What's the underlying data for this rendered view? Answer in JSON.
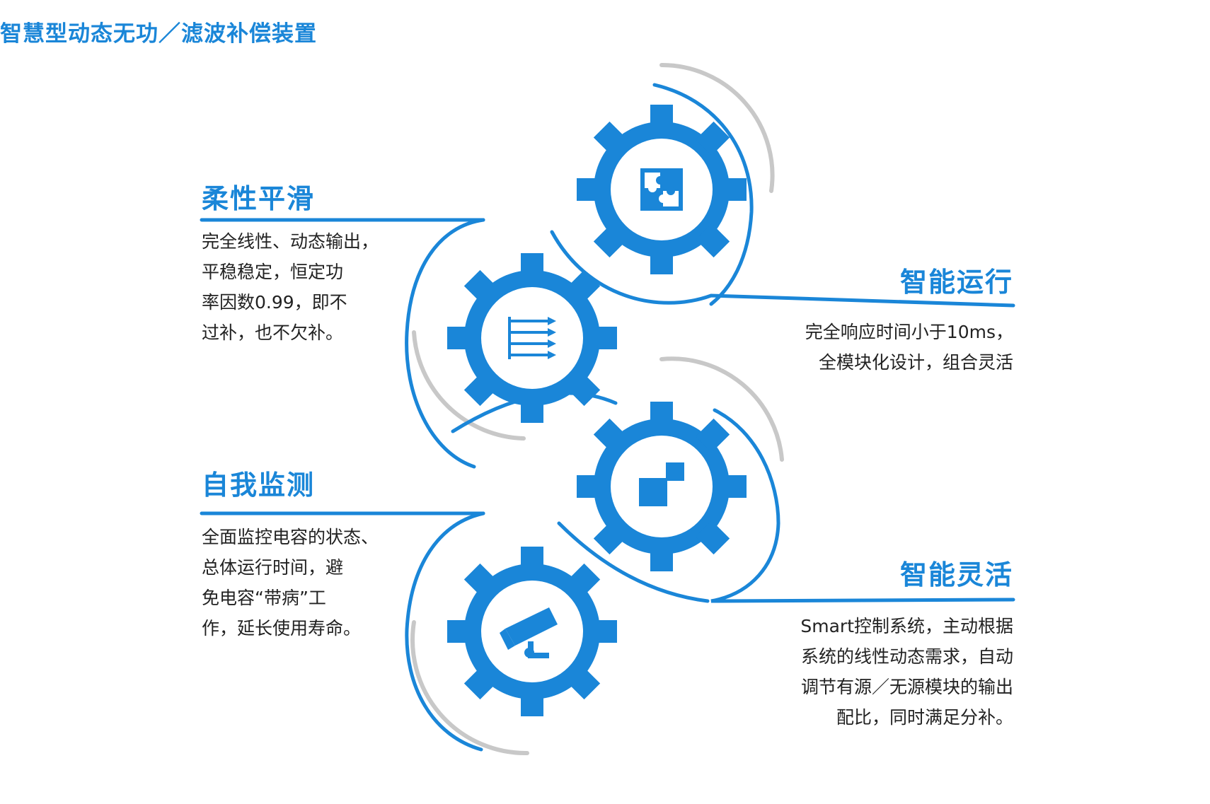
{
  "page": {
    "title": "智慧型动态无功／滤波补偿装置"
  },
  "colors": {
    "accent": "#1a86d8",
    "gear": "#1a86d8",
    "gear_shadow": "#c8c8c8",
    "text": "#222222"
  },
  "features": [
    {
      "title": "柔性平滑",
      "lines": [
        "完全线性、动态输出，",
        "平稳稳定，恒定功",
        "率因数0.99，即不",
        "过补，也不欠补。"
      ]
    },
    {
      "title": "智能运行",
      "lines": [
        "完全响应时间小于10ms，",
        "全模块化设计，组合灵活"
      ]
    },
    {
      "title": "自我监测",
      "lines": [
        "全面监控电容的状态、",
        "总体运行时间，避",
        "免电容“带病”工",
        "作，延长使用寿命。"
      ]
    },
    {
      "title": "智能灵活",
      "lines": [
        "Smart控制系统，主动根据",
        "系统的线性动态需求，自动",
        "调节有源／无源模块的输出",
        "配比，同时满足分补。"
      ]
    }
  ],
  "gears": [
    {
      "icon": "puzzle-icon"
    },
    {
      "icon": "parallel-arrows-icon"
    },
    {
      "icon": "module-blocks-icon"
    },
    {
      "icon": "camera-icon"
    }
  ]
}
